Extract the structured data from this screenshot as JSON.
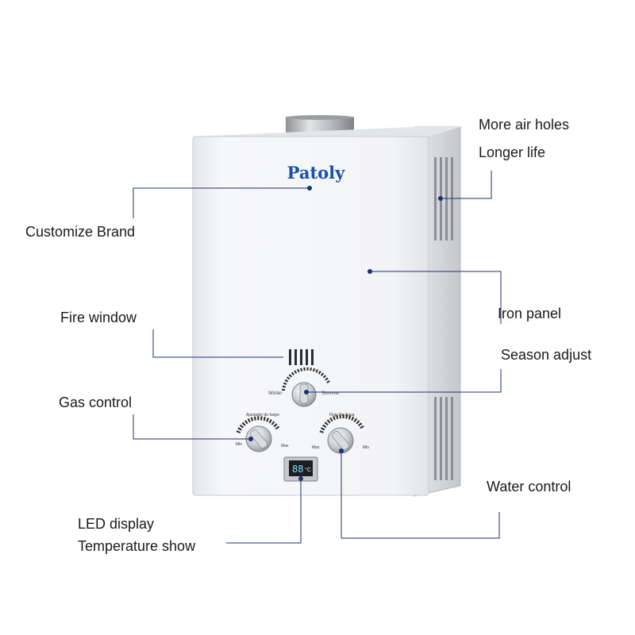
{
  "product": {
    "brand": "Patoly",
    "knobs": {
      "season": {
        "left": "Winter",
        "right": "Summer"
      },
      "gas": {
        "title": "Ajustador de fuego",
        "min": "Min",
        "max": "Max"
      },
      "water": {
        "title": "Flujo De Agua",
        "min": "Min",
        "max": "Max"
      }
    },
    "led": {
      "digits": "88",
      "unit": "°C"
    }
  },
  "callouts": {
    "air_holes": "More air holes",
    "longer_life": "Longer life",
    "customize_brand": "Customize Brand",
    "iron_panel": "Iron panel",
    "fire_window": "Fire window",
    "season_adjust": "Season adjust",
    "gas_control": "Gas control",
    "water_control": "Water control",
    "led_display": "LED display",
    "temperature_show": "Temperature show"
  },
  "colors": {
    "leader": "#1c2f73",
    "brand": "#1b4fa8",
    "panel": "#f1f2f4",
    "panel_edge": "#c9cbcf",
    "side": "#d7d9dc"
  }
}
